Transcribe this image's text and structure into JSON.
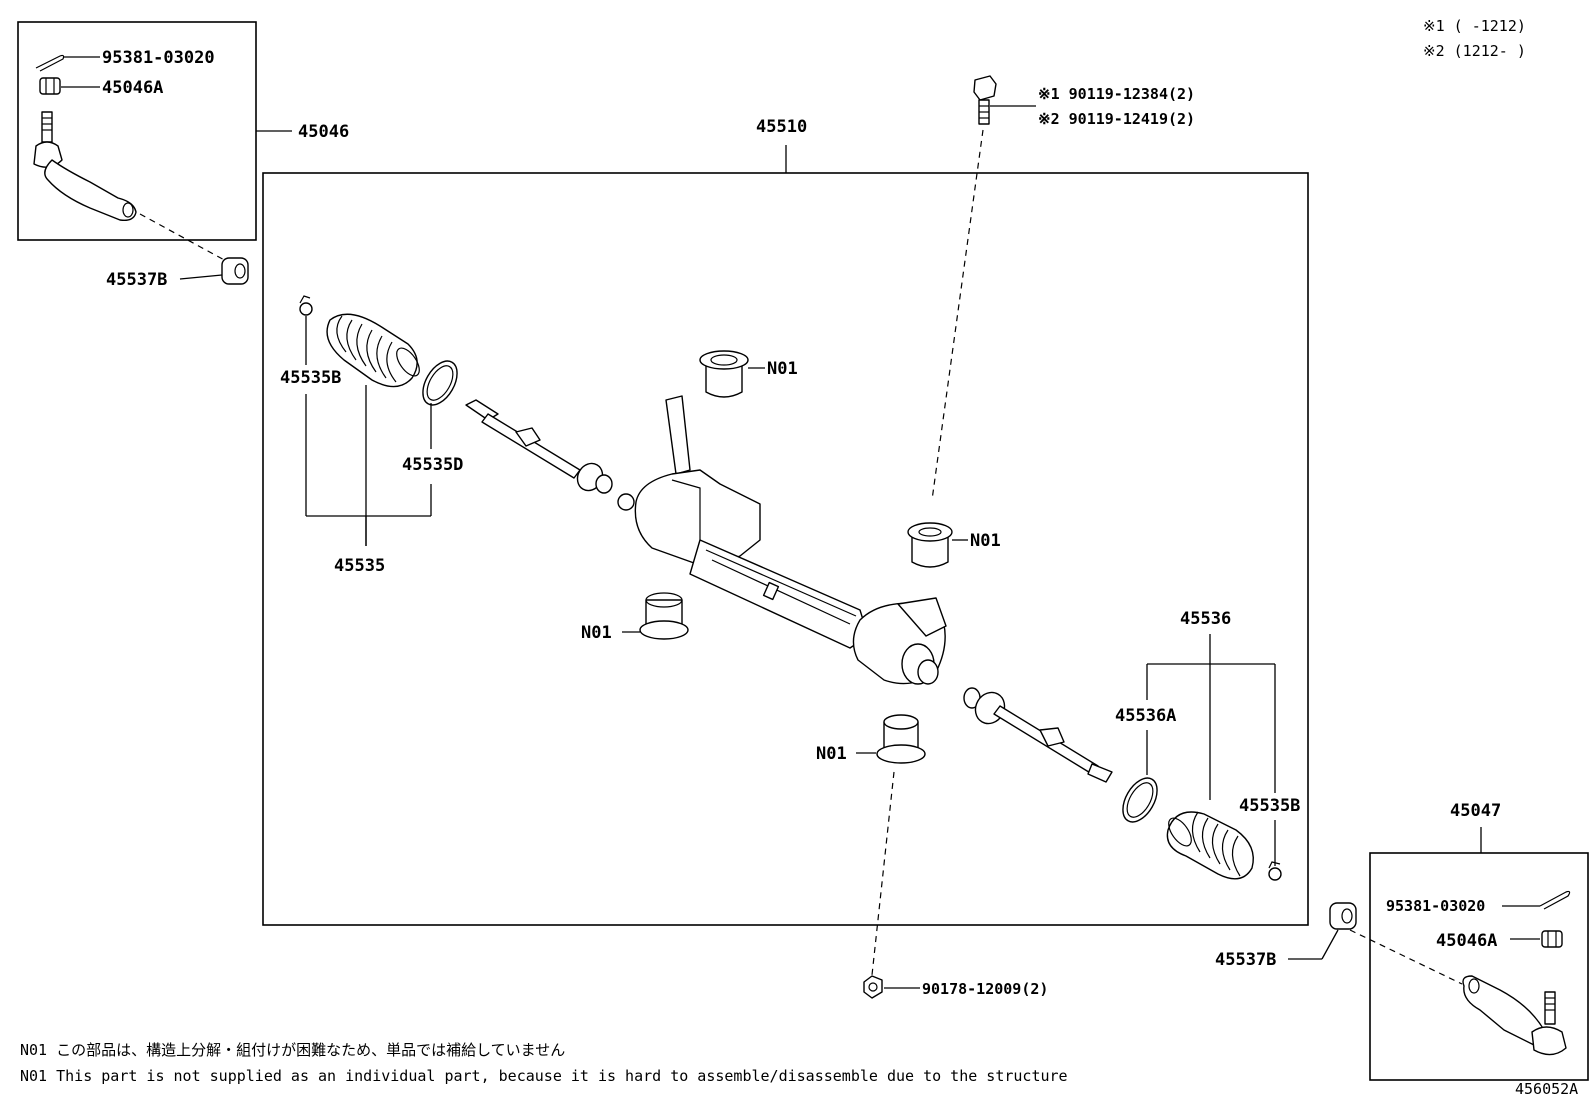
{
  "notes_top": {
    "v1": "※1 (     -1212)",
    "v2": "※2 (1212-     )"
  },
  "labels": {
    "tie_end_lh": "45046",
    "cotter_pin_lh": "95381-03020",
    "nut_lh": "45046A",
    "boot_plug_lh": "45537B",
    "rack_assy": "45510",
    "bolt_v1": "※1 90119-12384(2)",
    "bolt_v2": "※2 90119-12419(2)",
    "clip_lh": "45535B",
    "clamp_lh": "45535D",
    "boot_set_lh": "45535",
    "n01_a": "N01",
    "n01_b": "N01",
    "n01_c": "N01",
    "n01_d": "N01",
    "boot_set_rh": "45536",
    "clamp_rh": "45536A",
    "clip_rh": "45535B",
    "tie_end_rh": "45047",
    "cotter_pin_rh": "95381-03020",
    "nut_rh": "45046A",
    "boot_plug_rh": "45537B",
    "nut_bottom": "90178-12009(2)"
  },
  "footer": {
    "note_jp": "N01 この部品は、構造上分解・組付けが困難なため、単品では補給していません",
    "note_en": "N01 This part is not supplied as an individual part, because it is hard to assemble/disassemble due to the structure",
    "diagram_id": "456052A"
  }
}
